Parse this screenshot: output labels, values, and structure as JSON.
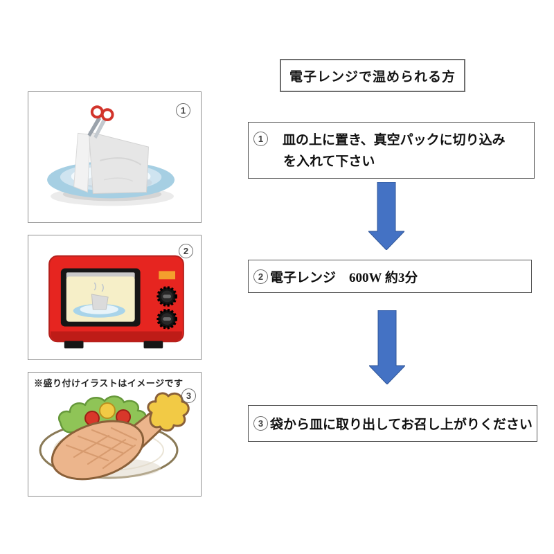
{
  "title": {
    "text": "電子レンジで温められる方"
  },
  "illustrations": [
    {
      "badge": "1",
      "name": "vacuum-pack-on-plate"
    },
    {
      "badge": "2",
      "name": "microwave-oven"
    },
    {
      "badge": "3",
      "name": "plated-chicken",
      "note": "※盛り付けイラストはイメージです"
    }
  ],
  "steps": [
    {
      "badge": "1",
      "line1": "皿の上に置き、真空パックに切り込み",
      "line2": "を入れて下さい"
    },
    {
      "badge": "2",
      "line1": "電子レンジ　600W 約3分"
    },
    {
      "badge": "3",
      "line1": "袋から皿に取り出してお召し上がりください"
    }
  ],
  "colors": {
    "arrow_fill": "#4472C4",
    "arrow_stroke": "#2F5597",
    "microwave_red": "#E62520",
    "microwave_red_dark": "#BE1C17",
    "plate_blue": "#A6CFE3",
    "window_cream": "#F6EFC8",
    "indicator_orange": "#F49F2D",
    "chicken_tan": "#ECB58C",
    "lettuce_green": "#8FC457",
    "tomato_red": "#D8372A",
    "frill_yellow": "#F2CA45",
    "scissors_red": "#D2342B"
  }
}
